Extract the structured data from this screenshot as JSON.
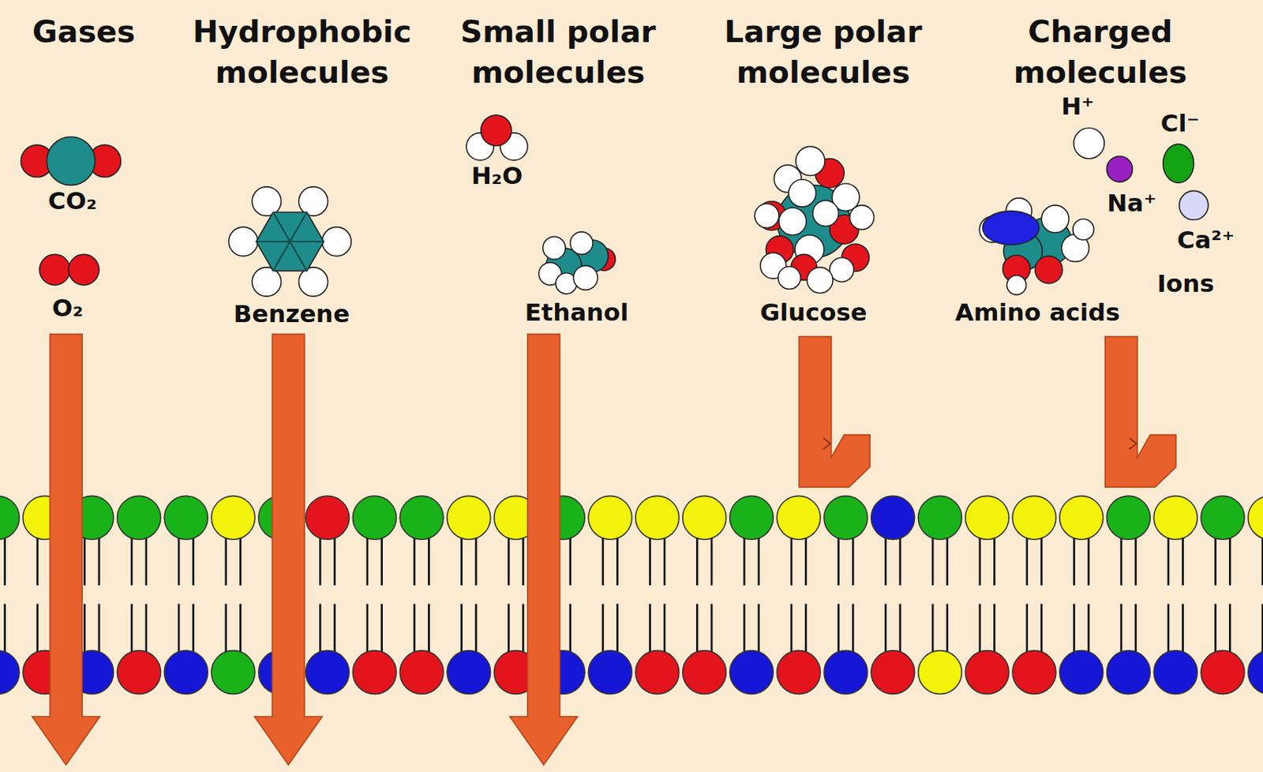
{
  "diagram": {
    "labels": [
      "Gases",
      "Hydrophobic molecules",
      "Small polar molecules",
      "Large polar molecules",
      "Charged molecules",
      "CO₂",
      "O₂",
      "Benzene",
      "H₂O",
      "Ethanol",
      "Glucose",
      "Amino acids",
      "H⁺",
      "Cl⁻",
      "Na⁺",
      "Ca²⁺",
      "Ions"
    ]
  }
}
